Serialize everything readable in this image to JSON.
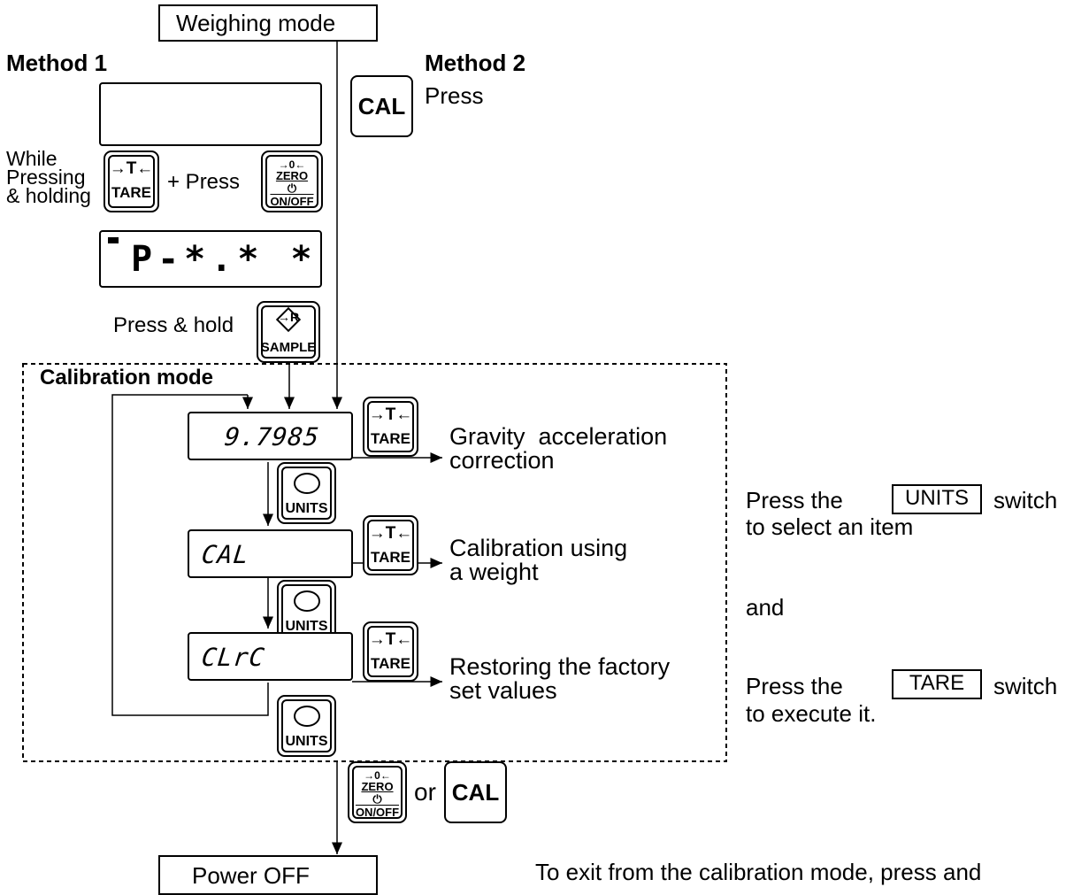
{
  "weighing_mode": "Weighing mode",
  "method1": {
    "title": "Method 1",
    "while_lines": [
      "While",
      "Pressing",
      "& holding"
    ],
    "plus_press": "+ Press",
    "display_p": "P-*.* *",
    "press_hold": "Press & hold"
  },
  "method2": {
    "title": "Method 2",
    "press": "Press"
  },
  "keys": {
    "tare_symbol": "→T←",
    "tare": "TARE",
    "zero_symbol": "→0←",
    "zero": "ZERO",
    "power_symbol": "⏻",
    "on_off": "ON/OFF",
    "sample_symbol": "→R",
    "sample": "SAMPLE",
    "units": "UNITS",
    "cal": "CAL"
  },
  "calibration": {
    "title": "Calibration mode",
    "items": [
      {
        "display": "9.7985",
        "desc": [
          "Gravity  acceleration",
          "correction"
        ]
      },
      {
        "display": "CAL",
        "desc": [
          "Calibration using",
          "a weight"
        ]
      },
      {
        "display": "CLrC",
        "desc": [
          "Restoring the factory",
          "set values"
        ]
      }
    ]
  },
  "instructions": {
    "line1_pre": "Press the",
    "line1_key": "UNITS",
    "line1_post": "switch",
    "line2": "to select an item",
    "and": "and",
    "line3_pre": "Press the",
    "line3_key": "TARE",
    "line3_post": "switch",
    "line4": "to execute it."
  },
  "exit": {
    "or": "or",
    "power_off": "Power OFF",
    "note": "To exit from the calibration mode, press and"
  }
}
